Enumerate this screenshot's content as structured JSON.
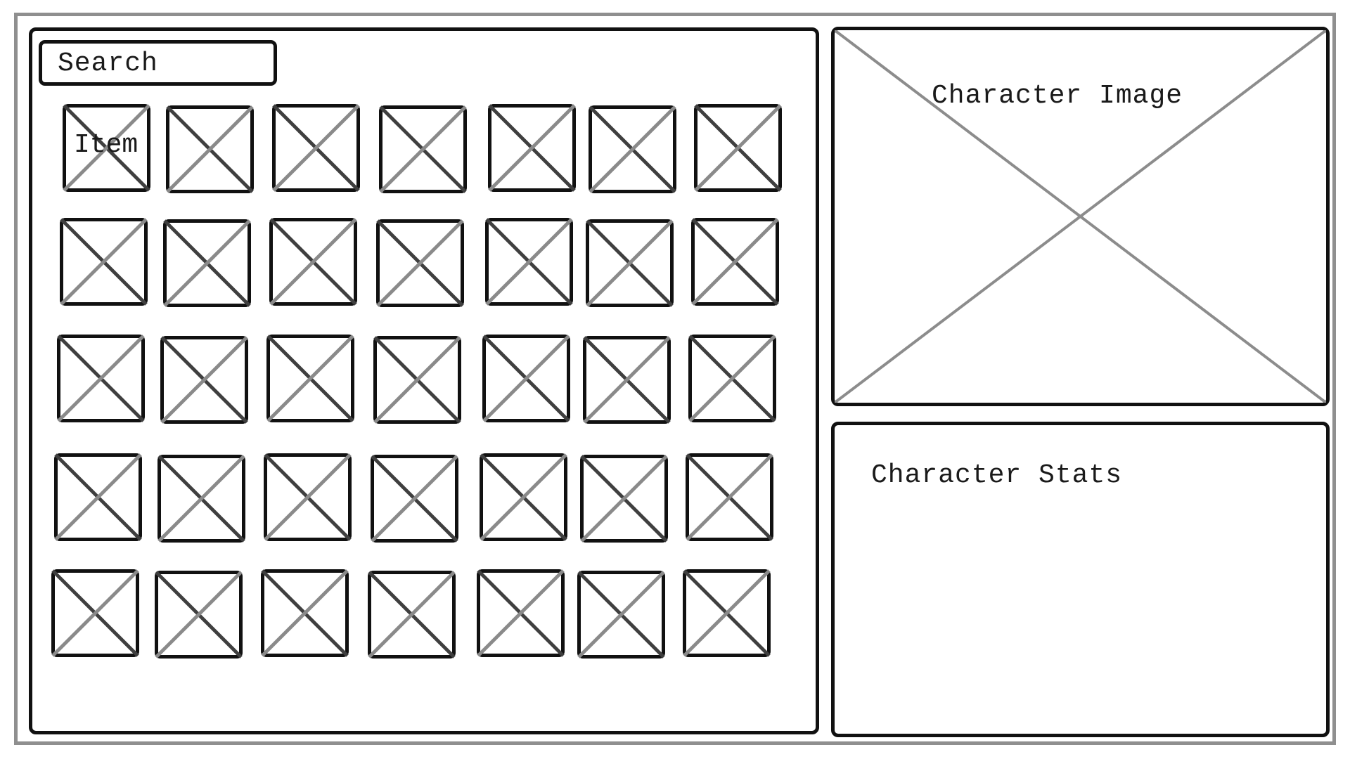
{
  "search": {
    "label": "Search"
  },
  "inventory": {
    "columns": 7,
    "rows": 5,
    "first_item_label": "Item"
  },
  "character_image": {
    "label": "Character Image"
  },
  "character_stats": {
    "label": "Character Stats"
  },
  "colors": {
    "outline": "#111111",
    "frame": "#8f8f8f",
    "placeholder_cross_light": "#888888",
    "placeholder_cross_dark": "#444444"
  },
  "icons": {
    "item_slot": "image-placeholder-icon",
    "character_image": "image-placeholder-icon"
  }
}
